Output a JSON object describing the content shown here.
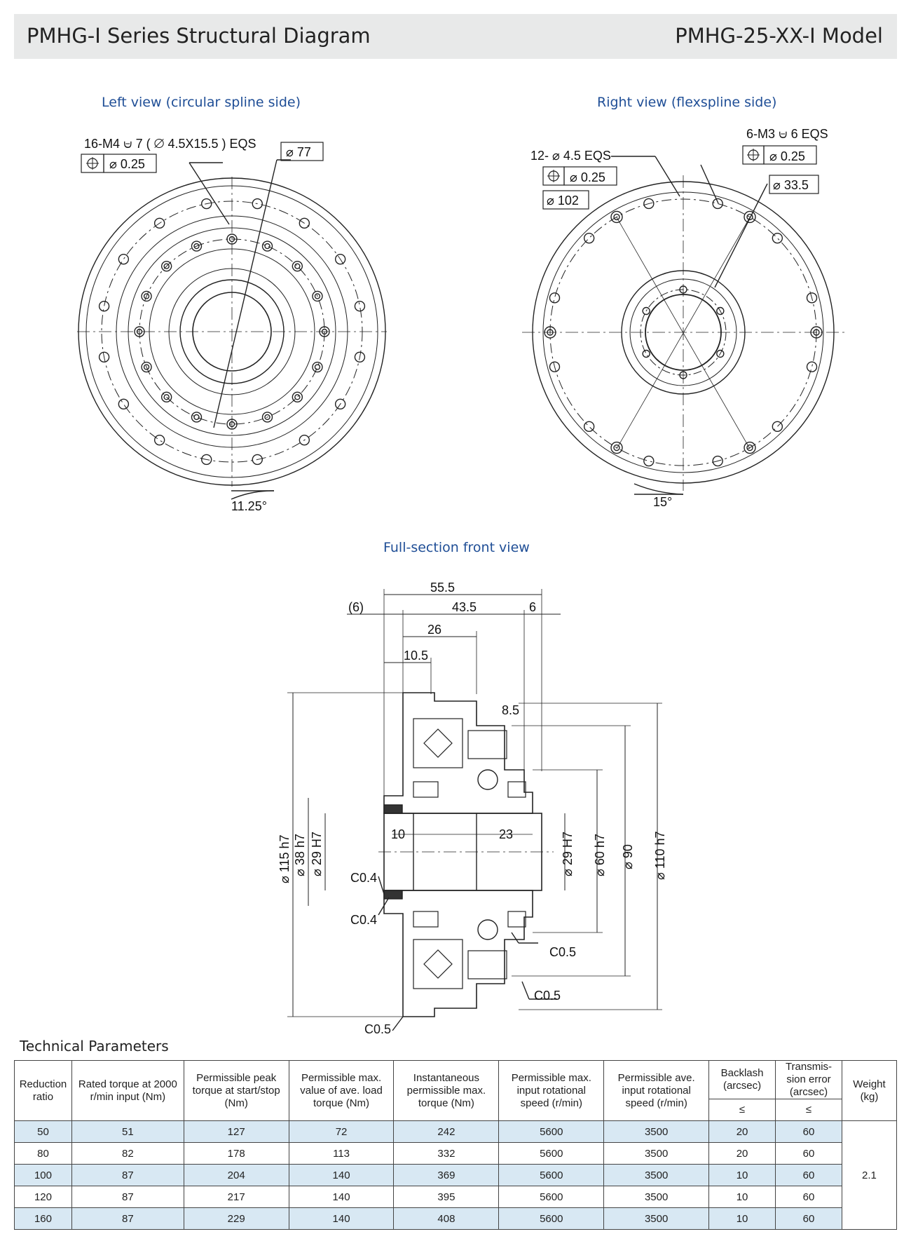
{
  "header": {
    "title": "PMHG-I Series Structural Diagram",
    "model": "PMHG-25-XX-I Model"
  },
  "views": {
    "left": "Left view (circular spline side)",
    "right": "Right view (flexspline side)",
    "front": "Full-section front view"
  },
  "left_view": {
    "holes_callout": "16-M4 ⩁ 7 ( ⌀ 4.5X15.5 ) EQS",
    "position_tol": "⌀  0.25",
    "diameter": "⌀ 77",
    "angle": "11.25°"
  },
  "right_view": {
    "threads_callout": "6-M3 ⩁ 6 EQS",
    "threads_tol": "⌀  0.25",
    "holes_callout": "12- ⌀ 4.5 EQS",
    "holes_tol": "⌀  0.25",
    "bolt_circle": "⌀ 102",
    "inner_circle": "⌀ 33.5",
    "angle": "15°"
  },
  "front_view": {
    "dim_55_5": "55.5",
    "dim_6_ref": "(6)",
    "dim_43_5": "43.5",
    "dim_6": "6",
    "dim_26": "26",
    "dim_10_5": "10.5",
    "dim_8_5": "8.5",
    "dim_10": "10",
    "dim_23": "23",
    "d115": "⌀ 115 h7",
    "d38": "⌀ 38 h7",
    "d29_left": "⌀ 29 H7",
    "d29_right": "⌀ 29 H7",
    "d60": "⌀ 60 h7",
    "d90": "⌀ 90",
    "d110": "⌀ 110 h7",
    "c04_a": "C0.4",
    "c04_b": "C0.4",
    "c05_a": "C0.5",
    "c05_b": "C0.5",
    "c05_c": "C0.5"
  },
  "params": {
    "title": "Technical Parameters",
    "headers": [
      "Reduction ratio",
      "Rated torque at 2000 r/min input (Nm)",
      "Permissible peak torque at start/stop (Nm)",
      "Permissible max. value of ave. load torque (Nm)",
      "Instantaneous permissible max. torque (Nm)",
      "Permissible max. input rotational speed (r/min)",
      "Permissible ave. input rotational speed (r/min)",
      "Backlash (arcsec)",
      "Transmis-sion error (arcsec)",
      "Weight (kg)"
    ],
    "sub": [
      "≤",
      "≤"
    ],
    "rows": [
      [
        "50",
        "51",
        "127",
        "72",
        "242",
        "5600",
        "3500",
        "20",
        "60"
      ],
      [
        "80",
        "82",
        "178",
        "113",
        "332",
        "5600",
        "3500",
        "20",
        "60"
      ],
      [
        "100",
        "87",
        "204",
        "140",
        "369",
        "5600",
        "3500",
        "10",
        "60"
      ],
      [
        "120",
        "87",
        "217",
        "140",
        "395",
        "5600",
        "3500",
        "10",
        "60"
      ],
      [
        "160",
        "87",
        "229",
        "140",
        "408",
        "5600",
        "3500",
        "10",
        "60"
      ]
    ],
    "weight": "2.1"
  }
}
